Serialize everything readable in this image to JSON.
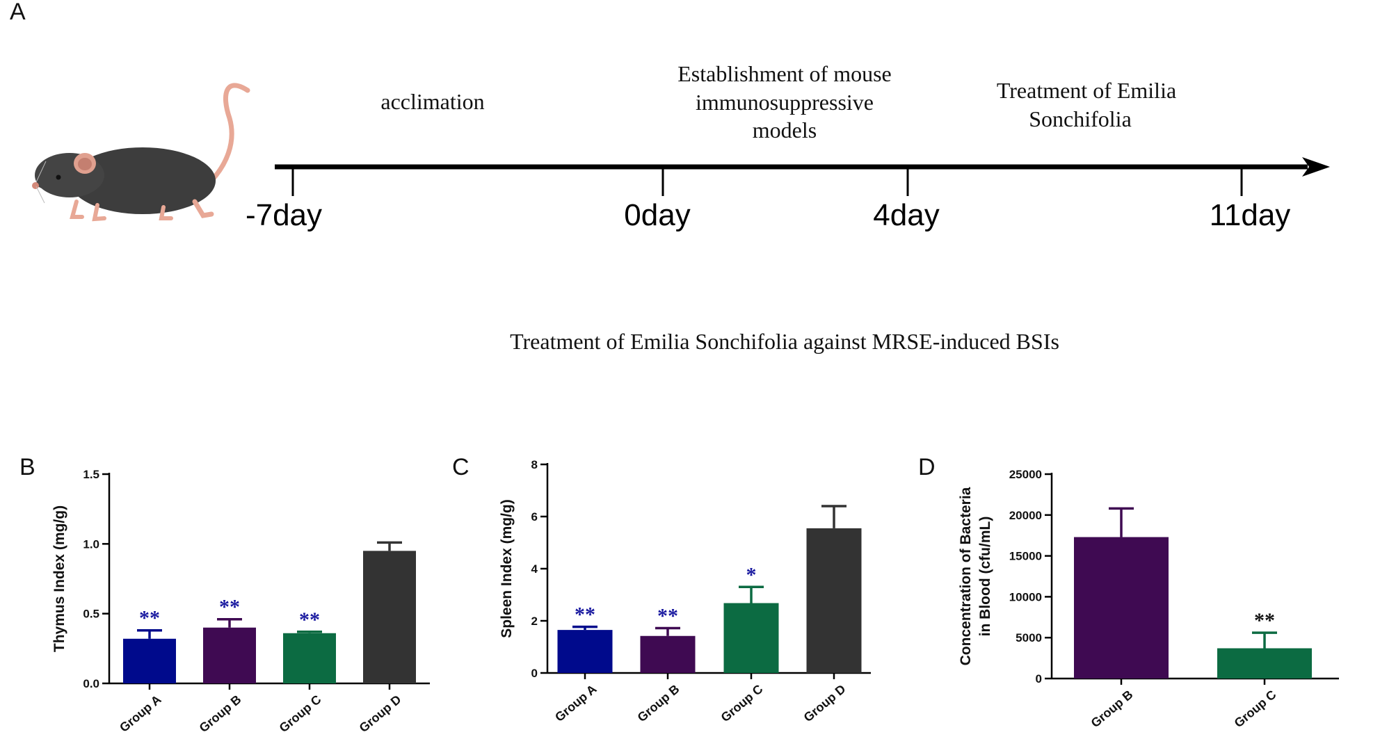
{
  "panel_a": {
    "label": "A",
    "phases": [
      {
        "lines": [
          "acclimation"
        ]
      },
      {
        "lines": [
          "Establishment of mouse",
          "immunosuppressive",
          "models"
        ]
      },
      {
        "lines": [
          "Treatment of Emilia",
          "Sonchifolia"
        ]
      }
    ],
    "days": [
      "-7day",
      "0day",
      "4day",
      "11day"
    ],
    "caption": "Treatment of Emilia Sonchifolia against MRSE-induced BSIs"
  },
  "chart_data": [
    {
      "panel_label": "B",
      "type": "bar",
      "categories": [
        "Group A",
        "Group B",
        "Group C",
        "Group D"
      ],
      "values": [
        0.32,
        0.4,
        0.36,
        0.95
      ],
      "errors": [
        0.06,
        0.06,
        0.01,
        0.06
      ],
      "significance": [
        "**",
        "**",
        "**",
        ""
      ],
      "colors": [
        "#000a8c",
        "#3f0a52",
        "#0c6b42",
        "#333333"
      ],
      "sig_color": "#1a1aa0",
      "title": "",
      "xlabel": "",
      "ylabel": "Thymus Index (mg/g)",
      "ylim": [
        0,
        1.5
      ],
      "yticks": [
        "0.0",
        "0.5",
        "1.0",
        "1.5"
      ],
      "grid": false
    },
    {
      "panel_label": "C",
      "type": "bar",
      "categories": [
        "Group A",
        "Group B",
        "Group C",
        "Group D"
      ],
      "values": [
        1.65,
        1.42,
        2.68,
        5.55
      ],
      "errors": [
        0.12,
        0.3,
        0.62,
        0.85
      ],
      "significance": [
        "**",
        "**",
        "*",
        ""
      ],
      "colors": [
        "#000a8c",
        "#3f0a52",
        "#0c6b42",
        "#333333"
      ],
      "sig_color": "#1a1aa0",
      "title": "",
      "xlabel": "",
      "ylabel": "Spleen Index (mg/g)",
      "ylim": [
        0,
        8
      ],
      "yticks": [
        "0",
        "2",
        "4",
        "6",
        "8"
      ],
      "grid": false
    },
    {
      "panel_label": "D",
      "type": "bar",
      "categories": [
        "Group B",
        "Group C"
      ],
      "values": [
        17300,
        3700
      ],
      "errors": [
        3500,
        1900
      ],
      "significance": [
        "",
        "**"
      ],
      "colors": [
        "#3f0a52",
        "#0c6b42"
      ],
      "sig_color": "#111111",
      "title": "",
      "xlabel": "",
      "ylabel": [
        "Concentration of Bacteria",
        "in Blood (cfu/mL)"
      ],
      "ylim": [
        0,
        25000
      ],
      "yticks": [
        "0",
        "5000",
        "10000",
        "15000",
        "20000",
        "25000"
      ],
      "grid": false
    }
  ]
}
